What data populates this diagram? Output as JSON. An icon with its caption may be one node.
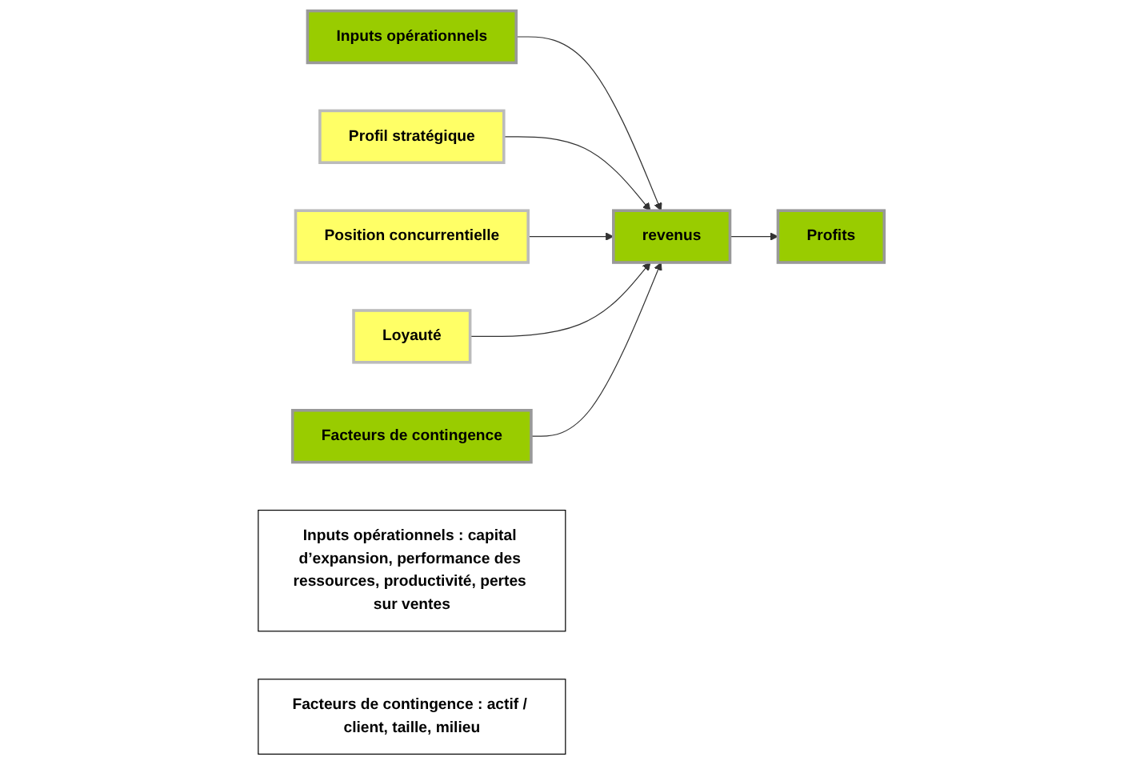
{
  "diagram": {
    "nodes": [
      {
        "text": [
          "Inputs opérationnels"
        ]
      },
      {
        "text": [
          "Profil stratégique"
        ]
      },
      {
        "text": [
          "Position concurrentielle"
        ]
      },
      {
        "text": [
          "Loyauté"
        ]
      },
      {
        "text": [
          "Facteurs de contingence"
        ]
      },
      {
        "text": [
          "revenus"
        ]
      },
      {
        "text": [
          "Profits"
        ]
      },
      {
        "text": [
          "Inputs opérationnels : capital d’expansion, performance des ressources, productivité, pertes sur ventes"
        ]
      },
      {
        "text": [
          "Facteurs de contingence : actif / client, taille, milieu"
        ]
      }
    ],
    "edges": [
      {
        "from": 0,
        "to": 5,
        "arrow": "to"
      },
      {
        "from": 1,
        "to": 5,
        "arrow": "to"
      },
      {
        "from": 2,
        "to": 5,
        "arrow": "to"
      },
      {
        "from": 3,
        "to": 5,
        "arrow": "to"
      },
      {
        "from": 4,
        "to": 5,
        "arrow": "to"
      },
      {
        "from": 5,
        "to": 6,
        "arrow": "to"
      }
    ]
  }
}
